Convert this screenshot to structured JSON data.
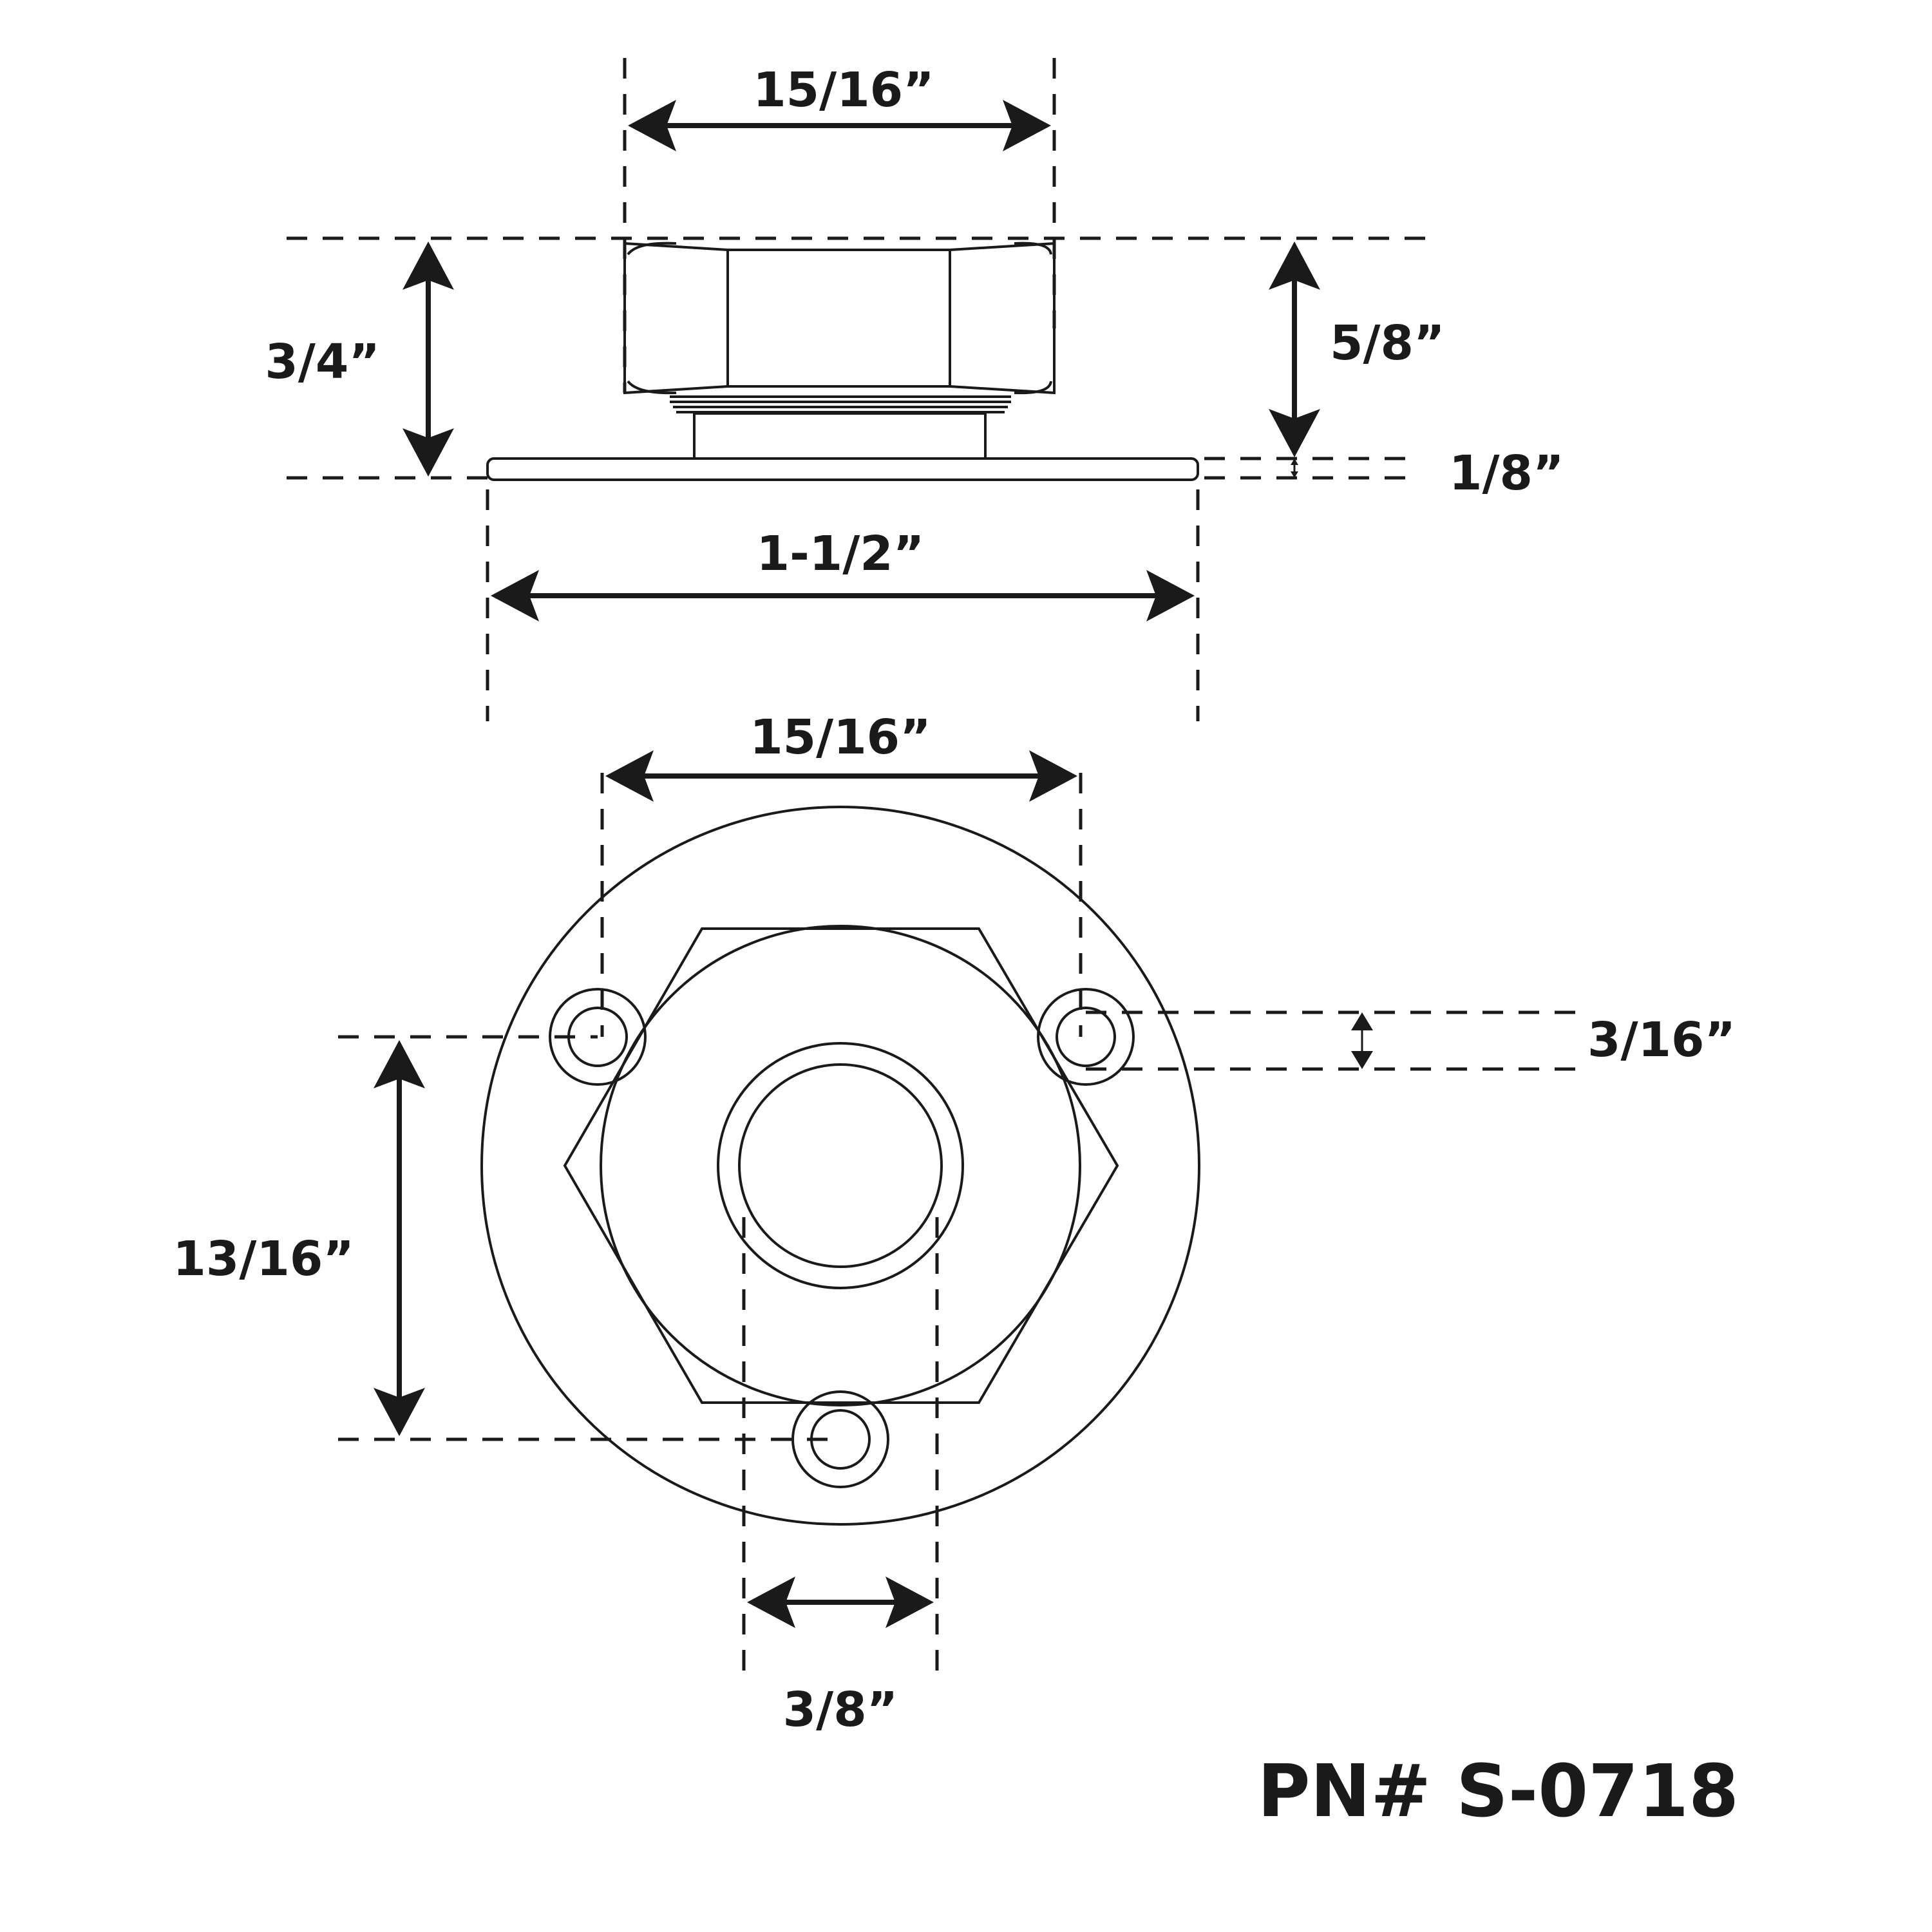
{
  "part_number": "PN# S-0718",
  "dimensions": {
    "side_nut_width": "15/16”",
    "side_total_height": "3/4”",
    "side_nut_height": "5/8”",
    "side_base_thickness": "1/8”",
    "side_base_width": "1-1/2”",
    "top_hex_width": "15/16”",
    "top_hole_diameter": "3/16”",
    "top_hole_spacing": "13/16”",
    "top_bore_diameter": "3/8”"
  },
  "colors": {
    "ink": "#1a1a1a",
    "background": "#ffffff"
  }
}
